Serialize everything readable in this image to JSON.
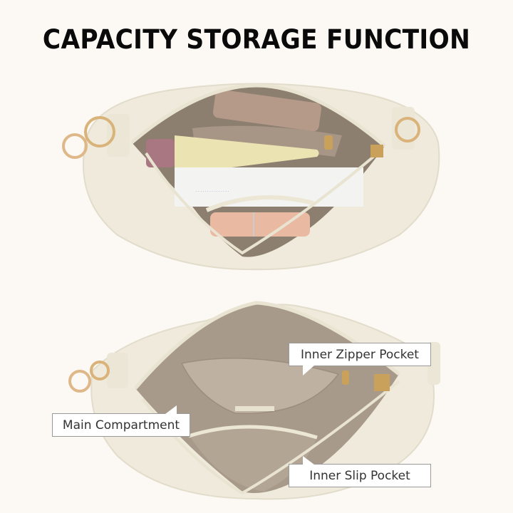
{
  "title": "CAPACITY STORAGE FUNCTION",
  "colors": {
    "background": "#fcf8f3",
    "bag_leather": "#f0ecdd",
    "lining": "#a89a8a",
    "hardware_gold": "#d9b37a"
  },
  "images": [
    {
      "name": "bag-packed-view",
      "description": "Cream handbag open from top, filled with phone, lotion tube, notebook and lipstick"
    },
    {
      "name": "bag-empty-interior-view",
      "description": "Cream handbag open showing taupe interior lining"
    }
  ],
  "callouts": [
    {
      "id": "inner-zipper-pocket",
      "label": "Inner Zipper Pocket"
    },
    {
      "id": "main-compartment",
      "label": "Main Compartment"
    },
    {
      "id": "inner-slip-pocket",
      "label": "Inner Slip Pocket"
    }
  ]
}
